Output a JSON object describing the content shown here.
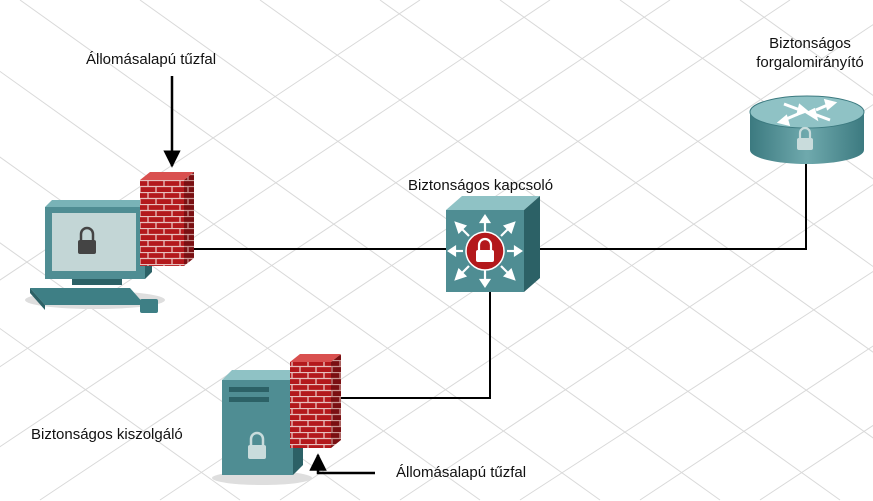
{
  "colors": {
    "device_body": "#4f8d93",
    "device_dark": "#2c6166",
    "device_light": "#79b3b7",
    "screen": "#c3d6d6",
    "firewall_brick": "#b3191c",
    "firewall_mortar": "#e8c0bd",
    "link": "#000000",
    "grid": "#d9d9d9"
  },
  "labels": {
    "firewall_top": "Állomásalapú tűzfal",
    "router_line1": "Biztonságos",
    "router_line2": "forgalomirányító",
    "switch": "Biztonságos kapcsoló",
    "server": "Biztonságos kiszolgáló",
    "firewall_bottom": "Állomásalapú tűzfal"
  },
  "icons": {
    "pc": "workstation-icon",
    "router": "router-icon",
    "switch": "multilayer-switch-icon",
    "server": "server-icon",
    "firewall": "brick-firewall-icon",
    "lock": "padlock-icon"
  }
}
